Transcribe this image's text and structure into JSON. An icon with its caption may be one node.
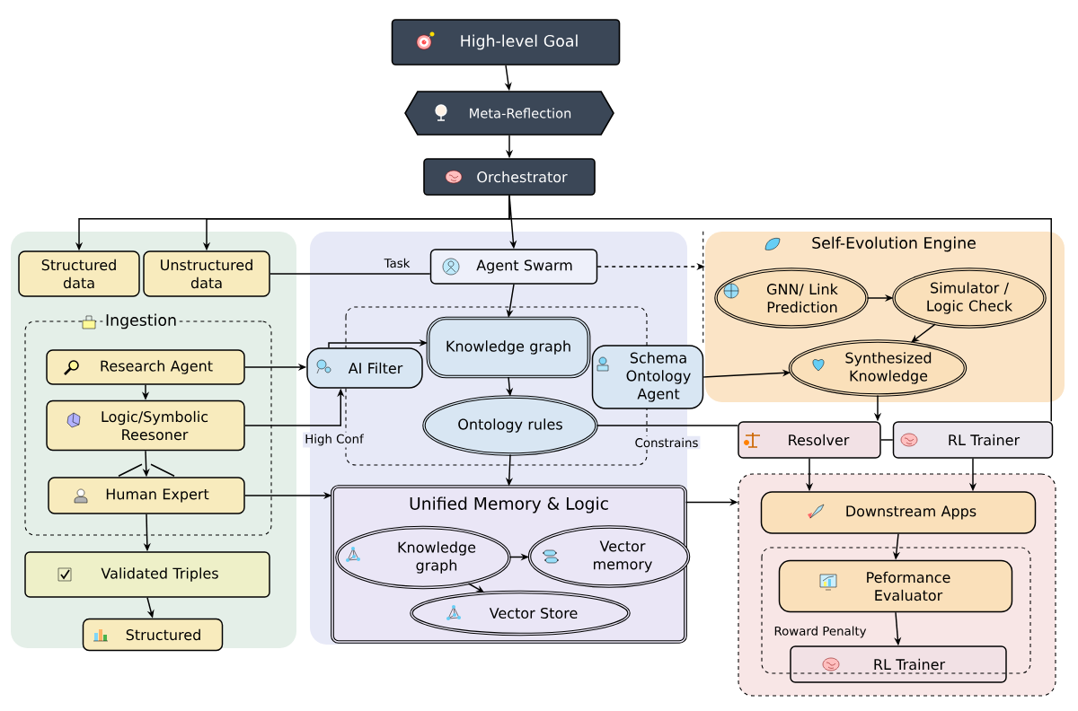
{
  "diagram": {
    "nodes": [
      {
        "text": [
          "High-level Goal"
        ]
      },
      {
        "text": [
          "Meta-Reflection"
        ]
      },
      {
        "text": [
          "Orchestrator"
        ]
      },
      {
        "text": [
          "Structured data"
        ]
      },
      {
        "text": [
          "Unstructured data"
        ]
      },
      {
        "text": [
          "Ingestion"
        ]
      },
      {
        "text": [
          "Research Agent"
        ],
        "in": 5
      },
      {
        "text": [
          "Logic/Symbolic Reesoner"
        ],
        "in": 5
      },
      {
        "text": [
          "Human Expert"
        ],
        "in": 5
      },
      {
        "text": [
          "Validated Triples"
        ]
      },
      {
        "text": [
          "Structured"
        ]
      },
      {
        "text": [
          "Agent Swarm"
        ]
      },
      {
        "text": [
          "AI Filter"
        ]
      },
      {
        "text": [
          "Knowledge graph"
        ]
      },
      {
        "text": [
          "Schema Ontology Agent"
        ]
      },
      {
        "text": [
          "Ontology rules"
        ]
      },
      {
        "text": [
          "Unified Memory & Logic"
        ]
      },
      {
        "text": [
          "Knowledge graph"
        ],
        "in": 16
      },
      {
        "text": [
          "Vector memory"
        ],
        "in": 16
      },
      {
        "text": [
          "Vector Store"
        ],
        "in": 16
      },
      {
        "text": [
          "Self-Evolution Engine"
        ]
      },
      {
        "text": [
          "GNN/ Link Prediction"
        ],
        "in": 20
      },
      {
        "text": [
          "Simulator / Logic Check"
        ],
        "in": 20
      },
      {
        "text": [
          "Synthesized Knowledge"
        ],
        "in": 20
      },
      {
        "text": [
          "Resolver"
        ]
      },
      {
        "text": [
          "RL Trainer"
        ]
      },
      {
        "text": [],
        "shape": "box"
      },
      {
        "text": [
          "Downstream Apps"
        ],
        "in": 26
      },
      {
        "text": [
          "Peformance Evaluator"
        ],
        "in": 26
      },
      {
        "text": [
          "RL Trainer"
        ],
        "in": 26
      }
    ],
    "edges": [
      {
        "from": 0,
        "to": 1,
        "arrow": "to"
      },
      {
        "from": 1,
        "to": 2,
        "arrow": "to"
      },
      {
        "from": 2,
        "to": 3,
        "arrow": "to"
      },
      {
        "from": 2,
        "to": 4,
        "arrow": "to"
      },
      {
        "from": 2,
        "to": 11,
        "arrow": "to"
      },
      {
        "from": 2,
        "to": 25,
        "arrow": "none"
      },
      {
        "from": 4,
        "to": 11,
        "arrow": "none",
        "label": "Task"
      },
      {
        "from": 11,
        "to": 20,
        "arrow": "to",
        "style": "dashed"
      },
      {
        "from": 11,
        "to": 13,
        "arrow": "to"
      },
      {
        "from": 6,
        "to": 7,
        "arrow": "to"
      },
      {
        "from": 7,
        "to": 8,
        "arrow": "to"
      },
      {
        "from": 8,
        "to": 9,
        "arrow": "to"
      },
      {
        "from": 9,
        "to": 10,
        "arrow": "to"
      },
      {
        "from": 6,
        "to": 12,
        "arrow": "to"
      },
      {
        "from": 7,
        "to": 12,
        "arrow": "to",
        "label": "High Conf"
      },
      {
        "from": 8,
        "to": 16,
        "arrow": "to"
      },
      {
        "from": 12,
        "to": 13,
        "arrow": "to"
      },
      {
        "from": 13,
        "to": 15,
        "arrow": "to"
      },
      {
        "from": 15,
        "to": 16,
        "arrow": "to"
      },
      {
        "from": 15,
        "to": 24,
        "arrow": "none",
        "label": "Constrains"
      },
      {
        "from": 14,
        "to": 23,
        "arrow": "to"
      },
      {
        "from": 21,
        "to": 22,
        "arrow": "to"
      },
      {
        "from": 22,
        "to": 23,
        "arrow": "to"
      },
      {
        "from": 23,
        "to": 24,
        "arrow": "to"
      },
      {
        "from": 24,
        "to": 25,
        "arrow": "none"
      },
      {
        "from": 24,
        "to": 27,
        "arrow": "to"
      },
      {
        "from": 25,
        "to": 27,
        "arrow": "to"
      },
      {
        "from": 16,
        "to": 26,
        "arrow": "to"
      },
      {
        "from": 27,
        "to": 28,
        "arrow": "to"
      },
      {
        "from": 28,
        "to": 29,
        "arrow": "to",
        "label": "Roward Penalty"
      },
      {
        "from": 17,
        "to": 18,
        "arrow": "to"
      },
      {
        "from": 17,
        "to": 19,
        "arrow": "to"
      }
    ]
  }
}
